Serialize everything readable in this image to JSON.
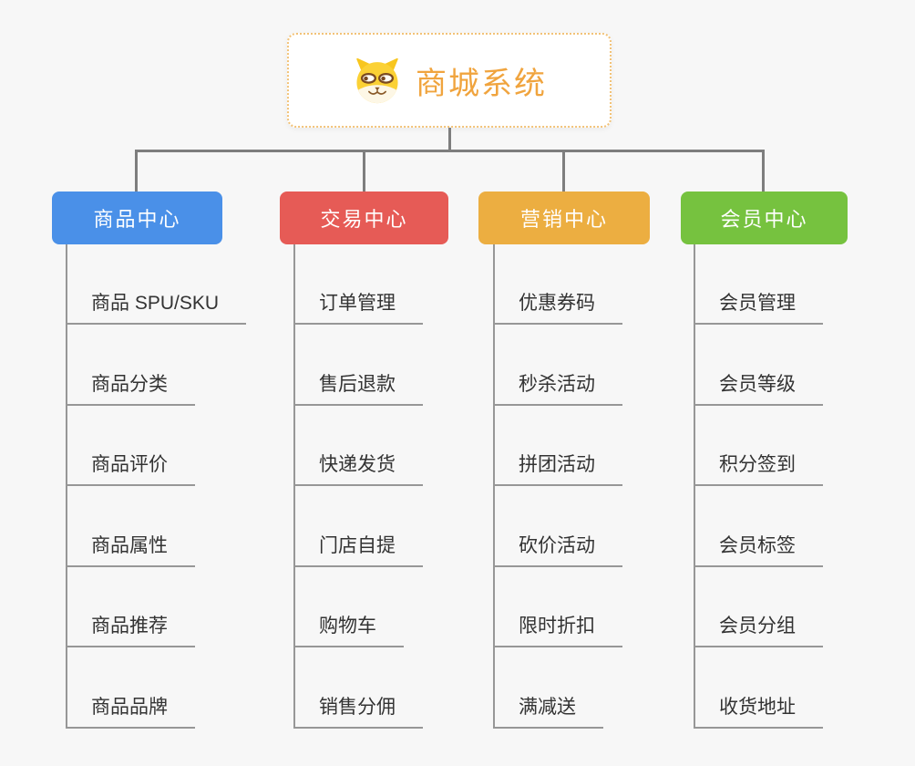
{
  "root": {
    "title": "商城系统",
    "icon": "doge-icon",
    "title_color": "#f0a43e",
    "border_color": "#f2c277"
  },
  "colors": {
    "background": "#f7f7f7",
    "connector": "#7e7e7e",
    "underline": "#979797",
    "leaf_text": "#333333"
  },
  "branches": [
    {
      "label": "商品中心",
      "color": "#4a90e8",
      "items": [
        "商品 SPU/SKU",
        "商品分类",
        "商品评价",
        "商品属性",
        "商品推荐",
        "商品品牌"
      ]
    },
    {
      "label": "交易中心",
      "color": "#e65b56",
      "items": [
        "订单管理",
        "售后退款",
        "快递发货",
        "门店自提",
        "购物车",
        "销售分佣"
      ]
    },
    {
      "label": "营销中心",
      "color": "#ecae41",
      "items": [
        "优惠券码",
        "秒杀活动",
        "拼团活动",
        "砍价活动",
        "限时折扣",
        "满减送"
      ]
    },
    {
      "label": "会员中心",
      "color": "#76c23f",
      "items": [
        "会员管理",
        "会员等级",
        "积分签到",
        "会员标签",
        "会员分组",
        "收货地址"
      ]
    }
  ]
}
